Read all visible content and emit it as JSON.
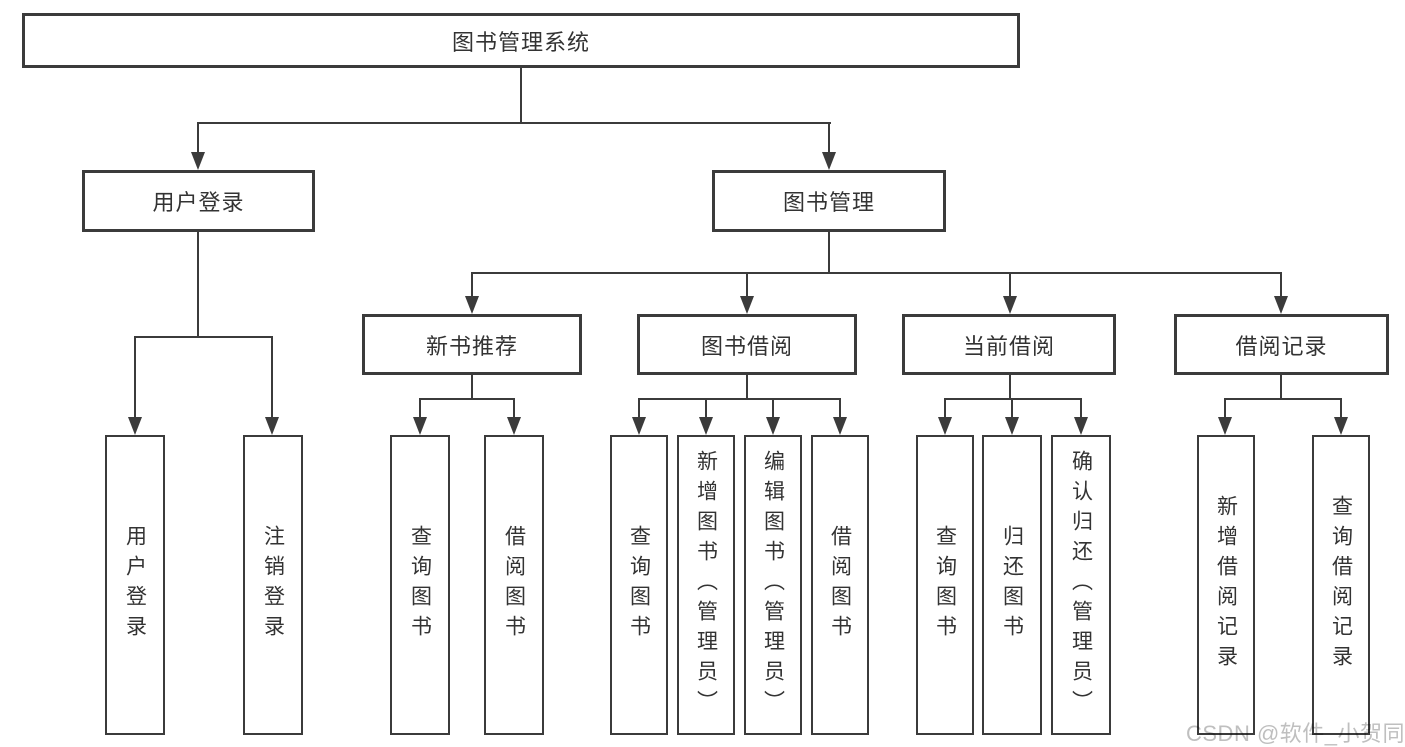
{
  "diagram": {
    "title_node": "图书管理系统",
    "level2": {
      "user_login": "用户登录",
      "book_mgmt": "图书管理"
    },
    "level3": {
      "new_books": "新书推荐",
      "book_borrow": "图书借阅",
      "current_borrow": "当前借阅",
      "borrow_records": "借阅记录"
    },
    "leaves": {
      "user_login_1": "用户登录",
      "user_login_2": "注销登录",
      "new_books_1": "查询图书",
      "new_books_2": "借阅图书",
      "book_borrow_1": "查询图书",
      "book_borrow_2": "新增图书（管理员）",
      "book_borrow_3": "编辑图书（管理员）",
      "book_borrow_4": "借阅图书",
      "current_borrow_1": "查询图书",
      "current_borrow_2": "归还图书",
      "current_borrow_3": "确认归还（管理员）",
      "borrow_records_1": "新增借阅记录",
      "borrow_records_2": "查询借阅记录"
    }
  },
  "watermark": {
    "text": "CSDN @软件_小贺同学",
    "color": "#bfbfbf"
  },
  "colors": {
    "line": "#3b3b3b",
    "box_border": "#3b3b3b",
    "box_fill": "#ffffff",
    "text": "#333333",
    "background": "#ffffff"
  }
}
